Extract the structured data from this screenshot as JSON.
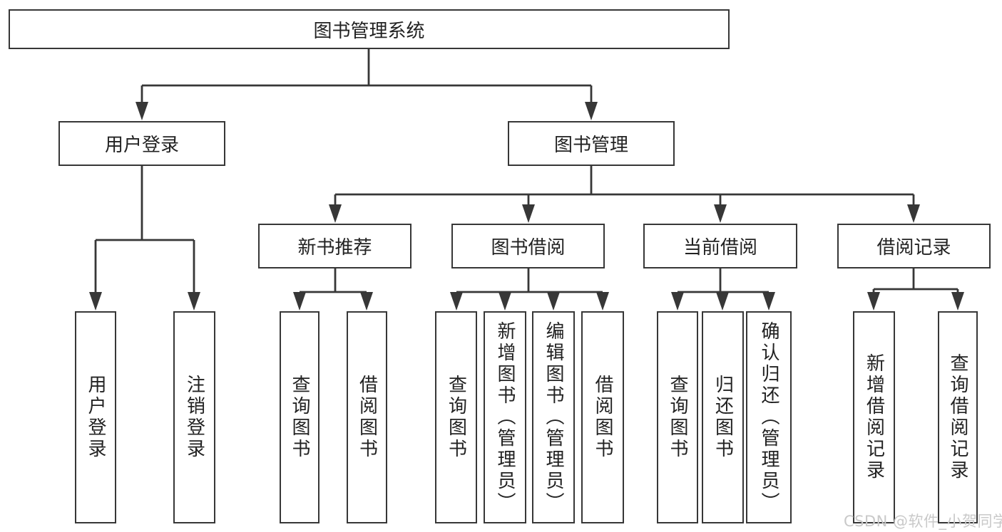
{
  "diagram": {
    "title": "图书管理系统",
    "modules": [
      {
        "label": "用户登录",
        "functions": [
          {
            "label": "用户登录"
          },
          {
            "label": "注销登录"
          }
        ]
      },
      {
        "label": "图书管理",
        "submodules": [
          {
            "label": "新书推荐",
            "functions": [
              {
                "label": "查询图书"
              },
              {
                "label": "借阅图书"
              }
            ]
          },
          {
            "label": "图书借阅",
            "functions": [
              {
                "label": "查询图书"
              },
              {
                "label": "新增图书（管理员）"
              },
              {
                "label": "编辑图书（管理员）"
              },
              {
                "label": "借阅图书"
              }
            ]
          },
          {
            "label": "当前借阅",
            "functions": [
              {
                "label": "查询图书"
              },
              {
                "label": "归还图书"
              },
              {
                "label": "确认归还（管理员）"
              }
            ]
          },
          {
            "label": "借阅记录",
            "functions": [
              {
                "label": "新增借阅记录"
              },
              {
                "label": "查询借阅记录"
              }
            ]
          }
        ]
      }
    ],
    "line_color": "#373737",
    "text_color": "#222222",
    "background": "#ffffff"
  },
  "watermark": {
    "text": "CSDN @软件_小贺同学",
    "color": "#c9c9c9"
  }
}
